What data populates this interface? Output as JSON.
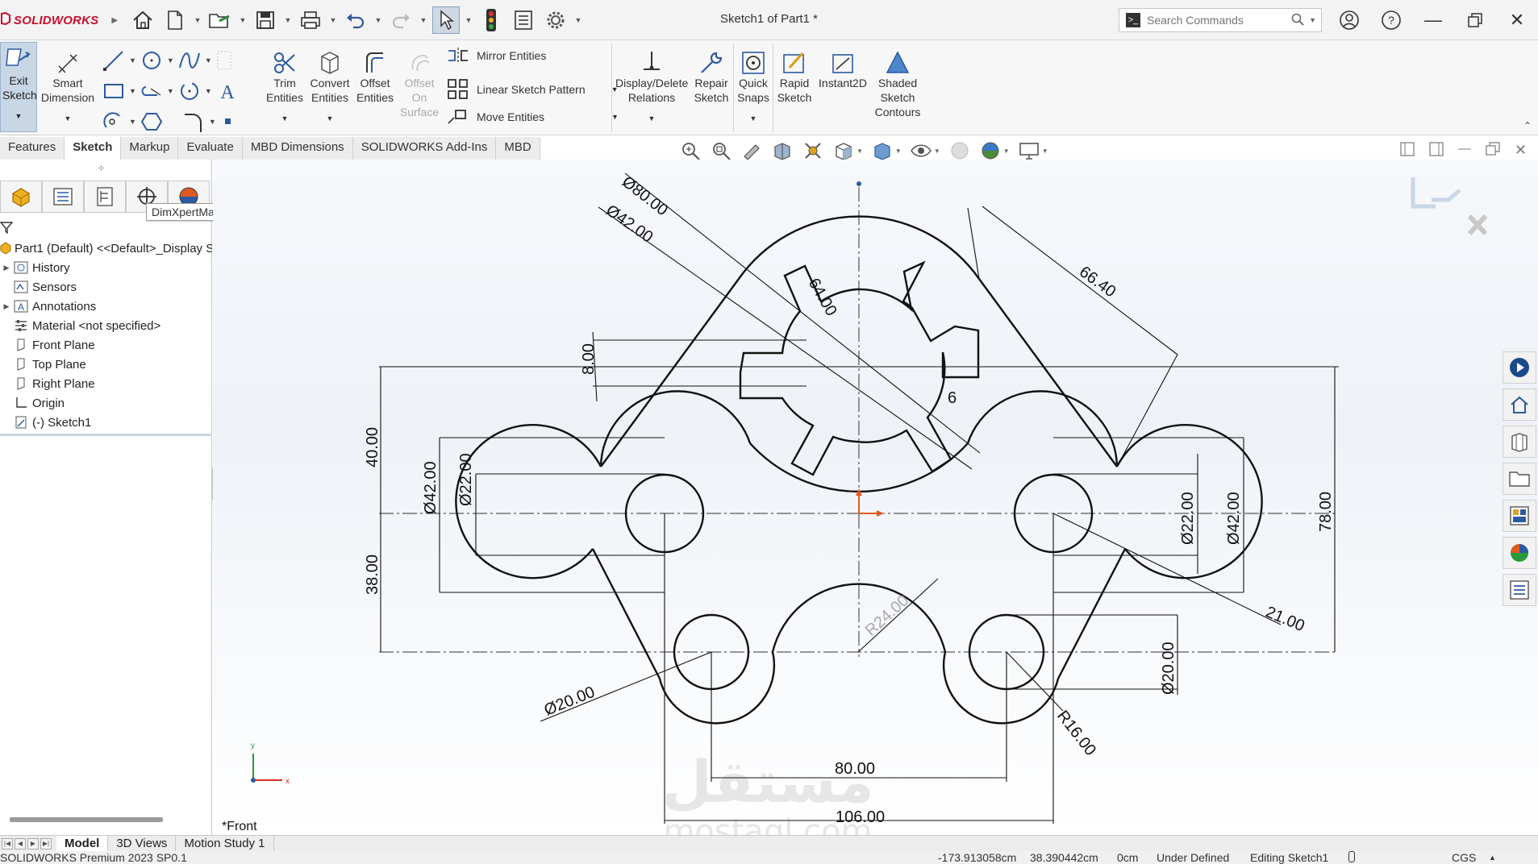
{
  "app": {
    "logo_text": "SOLIDWORKS",
    "window_title": "Sketch1 of Part1 *",
    "search_placeholder": "Search Commands"
  },
  "ribbon": {
    "exit_sketch": "Exit Sketch",
    "smart_dimension": "Smart Dimension",
    "trim_entities": "Trim Entities",
    "convert_entities": "Convert Entities",
    "offset_entities": "Offset Entities",
    "offset_on_surface": "Offset On Surface",
    "mirror_entities": "Mirror Entities",
    "linear_sketch_pattern": "Linear Sketch Pattern",
    "move_entities": "Move Entities",
    "display_delete_relations": "Display/Delete Relations",
    "repair_sketch": "Repair Sketch",
    "quick_snaps": "Quick Snaps",
    "rapid_sketch": "Rapid Sketch",
    "instant2d": "Instant2D",
    "shaded_sketch_contours": "Shaded Sketch Contours"
  },
  "tabs": [
    "Features",
    "Sketch",
    "Markup",
    "Evaluate",
    "MBD Dimensions",
    "SOLIDWORKS Add-Ins",
    "MBD"
  ],
  "active_tab": "Sketch",
  "panel": {
    "tooltip": "DimXpertManager",
    "tree": [
      {
        "label": "Part1 (Default) <<Default>_Display S",
        "icon": "part-icon",
        "expandable": false
      },
      {
        "label": "History",
        "icon": "history-icon",
        "expandable": true
      },
      {
        "label": "Sensors",
        "icon": "sensors-icon",
        "expandable": false
      },
      {
        "label": "Annotations",
        "icon": "annotations-icon",
        "expandable": true
      },
      {
        "label": "Material <not specified>",
        "icon": "material-icon",
        "expandable": false
      },
      {
        "label": "Front Plane",
        "icon": "plane-icon",
        "expandable": false
      },
      {
        "label": "Top Plane",
        "icon": "plane-icon",
        "expandable": false
      },
      {
        "label": "Right Plane",
        "icon": "plane-icon",
        "expandable": false
      },
      {
        "label": "Origin",
        "icon": "origin-icon",
        "expandable": false
      },
      {
        "label": "(-) Sketch1",
        "icon": "sketch-icon",
        "expandable": false
      }
    ]
  },
  "drawing": {
    "view_label": "*Front",
    "dims": {
      "d80": "Ø80.00",
      "d42a": "Ø42.00",
      "d64": "64.00",
      "d6": "6",
      "d8": "8.00",
      "d6640": "66.40",
      "d40": "40.00",
      "d38": "38.00",
      "d78": "78.00",
      "d42l": "Ø42.00",
      "d22l": "Ø22.00",
      "d22r": "Ø22.00",
      "d42r": "Ø42.00",
      "r24": "R24.00",
      "d21": "21.00",
      "d20l": "Ø20.00",
      "d20r": "Ø20.00",
      "r16": "R16.00",
      "d80h": "80.00",
      "d106": "106.00"
    },
    "axis_x": "x",
    "axis_y": "y",
    "watermark_latin": "mostaql.com",
    "watermark_arabic": "مستقل"
  },
  "bottom_tabs": [
    "Model",
    "3D Views",
    "Motion Study 1"
  ],
  "active_bottom_tab": "Model",
  "status": {
    "product": "SOLIDWORKS Premium 2023 SP0.1",
    "x": "-173.913058cm",
    "y": "38.390442cm",
    "z": "0cm",
    "state": "Under Defined",
    "editing": "Editing Sketch1",
    "units": "CGS"
  },
  "colors": {
    "brand": "#c8102e",
    "ribbon_bg": "#f7f7f7",
    "selected": "#c9d6e6"
  }
}
